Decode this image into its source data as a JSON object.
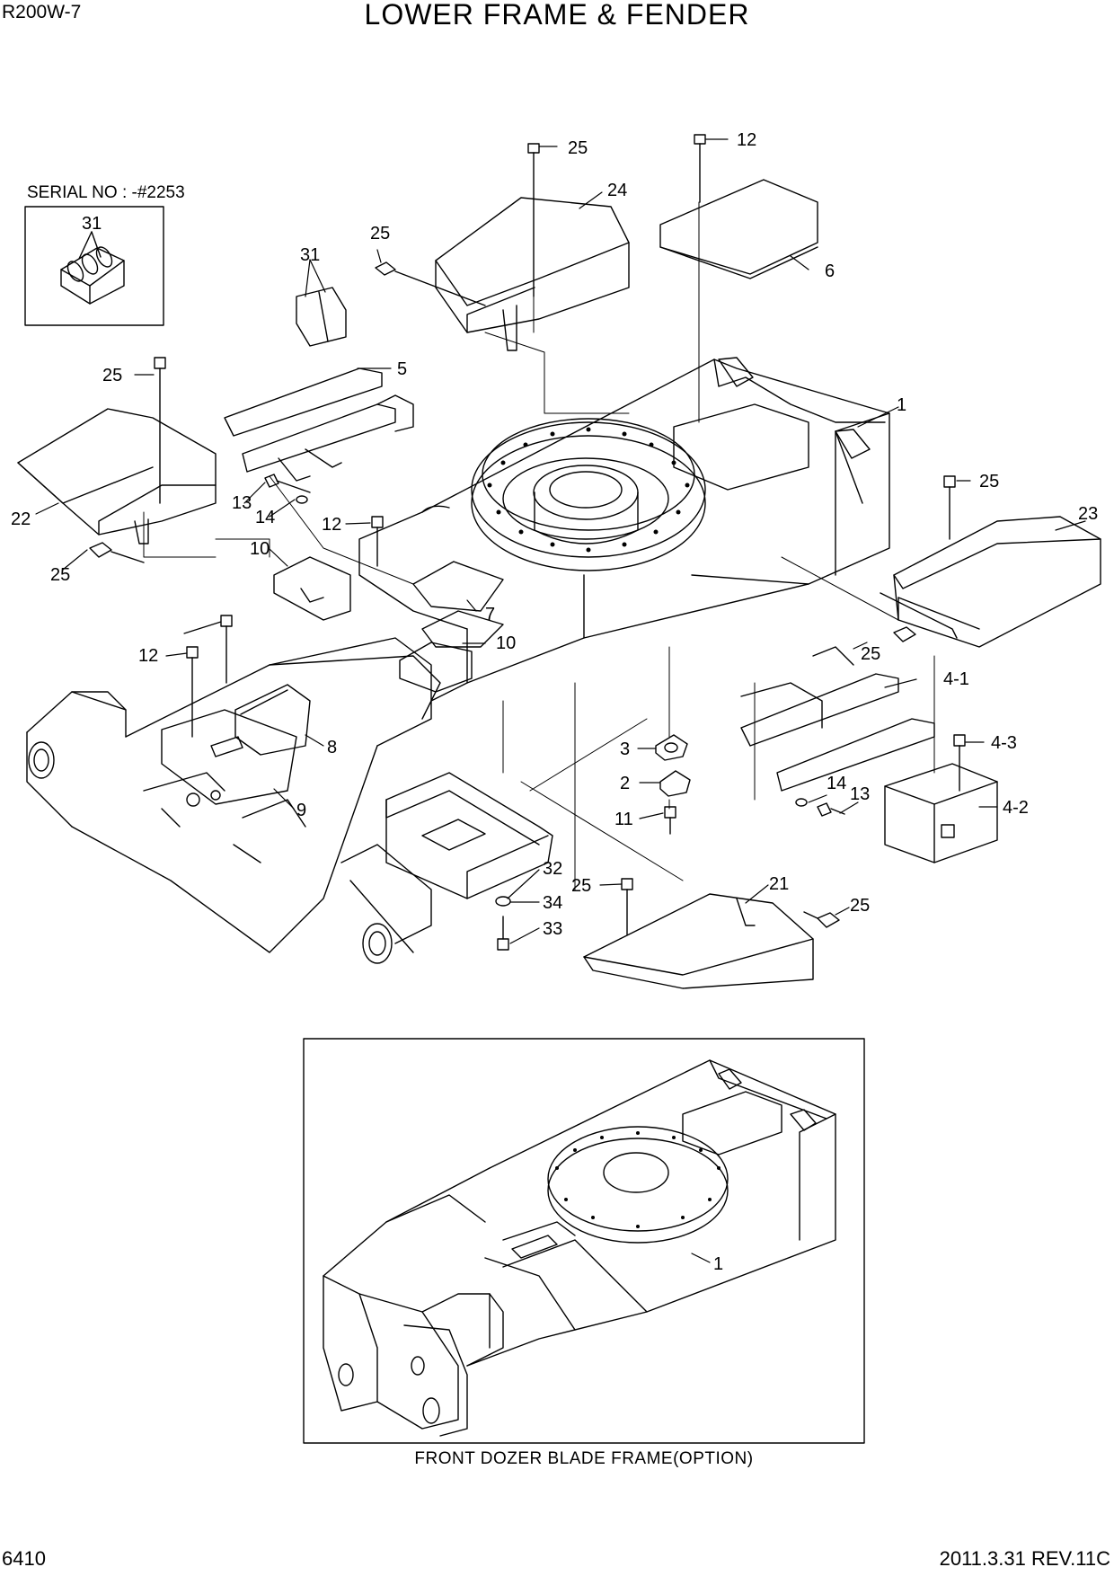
{
  "header": {
    "model": "R200W-7",
    "title": "LOWER FRAME & FENDER"
  },
  "footer": {
    "page_number": "6410",
    "revision": "2011.3.31 REV.11C"
  },
  "serial_note": "SERIAL NO : -#2253",
  "inset_caption": "FRONT DOZER BLADE FRAME(OPTION)",
  "callouts": {
    "c1": "1",
    "c1b": "1",
    "c2": "2",
    "c3": "3",
    "c4_1": "4-1",
    "c4_2": "4-2",
    "c4_3": "4-3",
    "c5": "5",
    "c6": "6",
    "c7": "7",
    "c8": "8",
    "c9": "9",
    "c10a": "10",
    "c10b": "10",
    "c11": "11",
    "c12a": "12",
    "c12b": "12",
    "c12c": "12",
    "c13a": "13",
    "c13b": "13",
    "c14a": "14",
    "c14b": "14",
    "c21": "21",
    "c22": "22",
    "c23": "23",
    "c24": "24",
    "c25a": "25",
    "c25b": "25",
    "c25c": "25",
    "c25d": "25",
    "c25e": "25",
    "c25f": "25",
    "c25g": "25",
    "c25h": "25",
    "c31a": "31",
    "c31b": "31",
    "c32": "32",
    "c33": "33",
    "c34": "34"
  }
}
